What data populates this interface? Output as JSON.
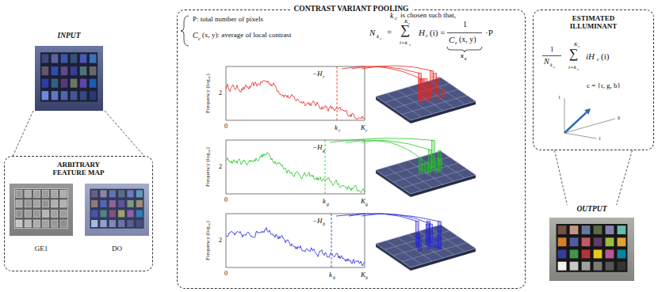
{
  "diagram": {
    "nodes": [
      {
        "text": [
          "INPUT"
        ]
      },
      {
        "text": [
          "ARBITRARY FEATURE MAP"
        ]
      },
      {
        "text": [
          "GE1"
        ],
        "in": 1
      },
      {
        "text": [
          "DO"
        ],
        "in": 1
      },
      {
        "text": [
          "CONTRAST VARIANT POOLING"
        ]
      },
      {
        "text": [
          "ESTIMATED ILLUMINANT"
        ]
      },
      {
        "text": [
          "OUTPUT"
        ]
      }
    ],
    "edges": [
      {
        "from": 0,
        "to": 1,
        "arrow": "none"
      },
      {
        "from": 0,
        "to": 1,
        "arrow": "none"
      },
      {
        "from": 5,
        "to": 6,
        "arrow": "none"
      },
      {
        "from": 5,
        "to": 6,
        "arrow": "none"
      }
    ],
    "labels": [
      "P: total number of pixels",
      "C",
      "c",
      "(x, y): average of local contrast",
      "k",
      "c",
      "is chosen such that,",
      "N",
      "k",
      "c",
      "=",
      "K",
      "c",
      "∑",
      "i=k",
      "c",
      "H",
      "c",
      "(i) =",
      "1",
      "C",
      "c",
      "(x, y)",
      "·P",
      "x",
      "c",
      "Frequency (log₁₀)",
      "2",
      "0",
      "−H",
      "r",
      "k",
      "r",
      "K",
      "r",
      "Frequency (log₁₀)",
      "2",
      "0",
      "−H",
      "g",
      "k",
      "g",
      "K",
      "g",
      "Frequency (log₁₀)",
      "2",
      "0",
      "−H",
      "b",
      "k",
      "b",
      "K",
      "b",
      "1",
      "N",
      "k",
      "c",
      "K",
      "c",
      "∑",
      "i=k",
      "c",
      "iH",
      "c",
      "(i)",
      "c = {r, g, b}",
      "1",
      "1",
      "0"
    ]
  }
}
